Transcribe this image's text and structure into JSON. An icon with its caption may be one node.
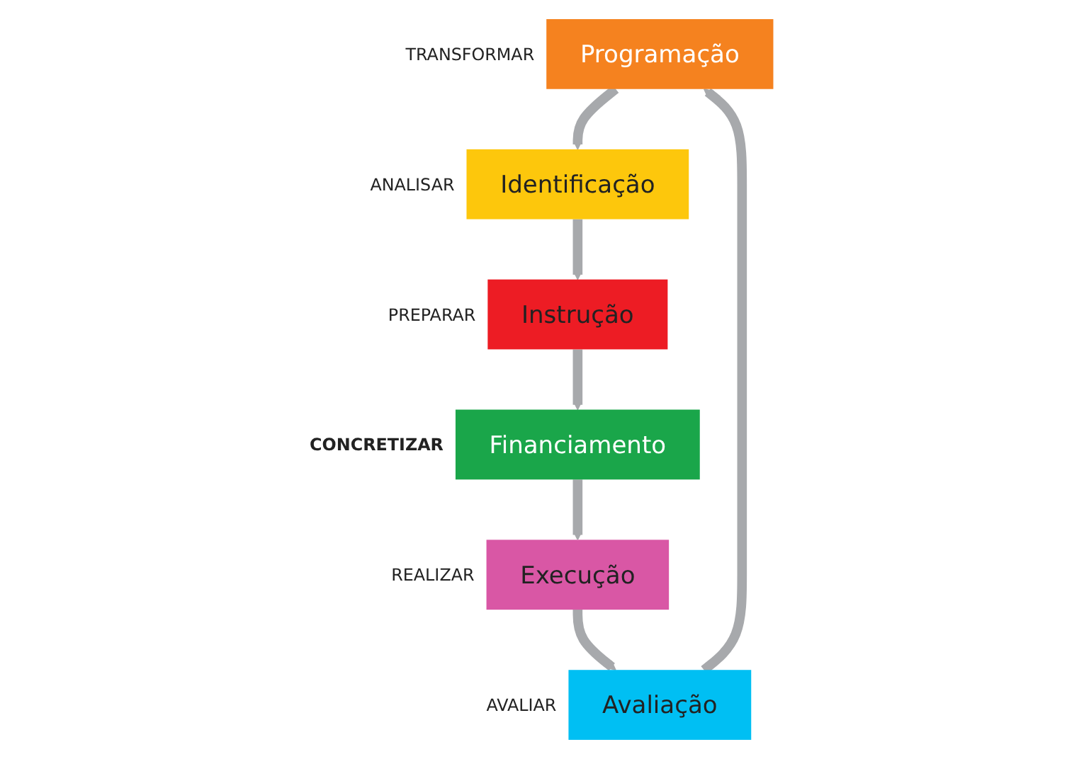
{
  "diagram": {
    "nodes": [
      {
        "text": [
          "Programação"
        ],
        "beside": [
          "TRANSFORMAR"
        ]
      },
      {
        "text": [
          "Identificação"
        ],
        "beside": [
          "ANALISAR"
        ]
      },
      {
        "text": [
          "Instrução"
        ],
        "beside": [
          "PREPARAR"
        ]
      },
      {
        "text": [
          "Financiamento"
        ],
        "beside": [
          "CONCRETIZAR"
        ]
      },
      {
        "text": [
          "Execução"
        ],
        "beside": [
          "REALIZAR"
        ]
      },
      {
        "text": [
          "Avaliação"
        ],
        "beside": [
          "AVALIAR"
        ]
      }
    ],
    "edges": [
      {
        "from": 0,
        "to": 1,
        "arrow": "to"
      },
      {
        "from": 1,
        "to": 2,
        "arrow": "to"
      },
      {
        "from": 2,
        "to": 3,
        "arrow": "to"
      },
      {
        "from": 3,
        "to": 4,
        "arrow": "to"
      },
      {
        "from": 4,
        "to": 5,
        "arrow": "to"
      },
      {
        "from": 5,
        "to": 0,
        "arrow": "to"
      }
    ]
  }
}
